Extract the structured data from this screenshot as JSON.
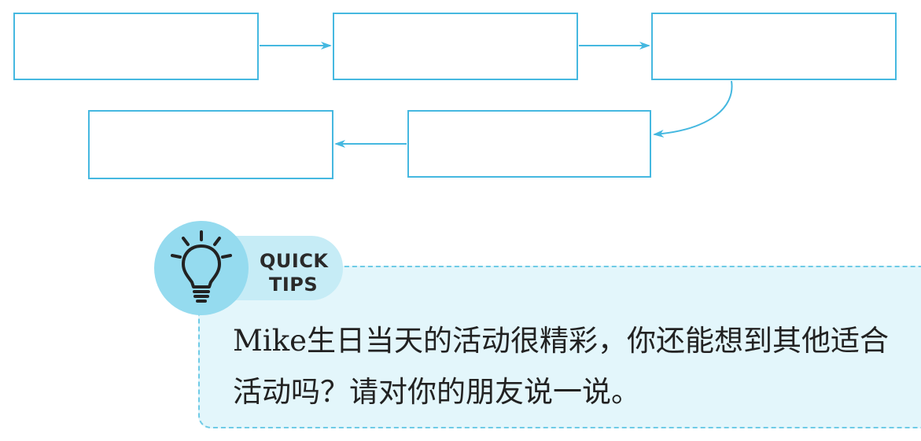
{
  "flowchart": {
    "boxes": [
      "",
      "",
      "",
      "",
      ""
    ],
    "line_color": "#45b8e0"
  },
  "quick_tips": {
    "label_line1": "QUICK",
    "label_line2": "TIPS",
    "icon": "lightbulb-icon",
    "text_line1": "Mike生日当天的活动很精彩，你还能想到其他适合",
    "text_line2": "活动吗？请对你的朋友说一说。",
    "panel_color": "#e3f6fb",
    "badge_color": "#95dbef"
  }
}
